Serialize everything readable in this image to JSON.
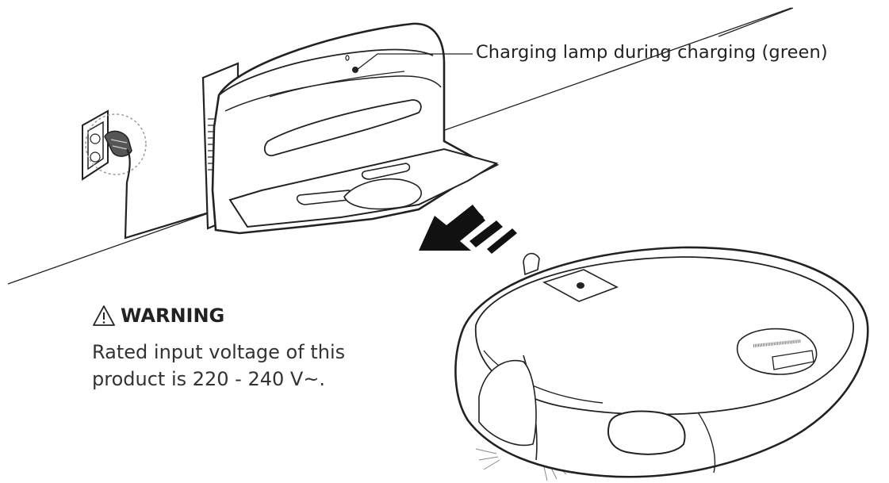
{
  "callout": {
    "charging_lamp": "Charging lamp during charging (green)"
  },
  "warning": {
    "title": "WARNING",
    "icon": "warning-triangle-icon",
    "body": "Rated input voltage of this\nproduct is 220 - 240 V~."
  },
  "colors": {
    "line": "#222222",
    "fill": "#ffffff",
    "shade": "#e9e9e9",
    "outlet_circle": "#888888"
  },
  "icons": [
    "power-plug-icon",
    "wall-outlet-icon",
    "direction-arrow-icon",
    "charging-lamp-icon"
  ]
}
